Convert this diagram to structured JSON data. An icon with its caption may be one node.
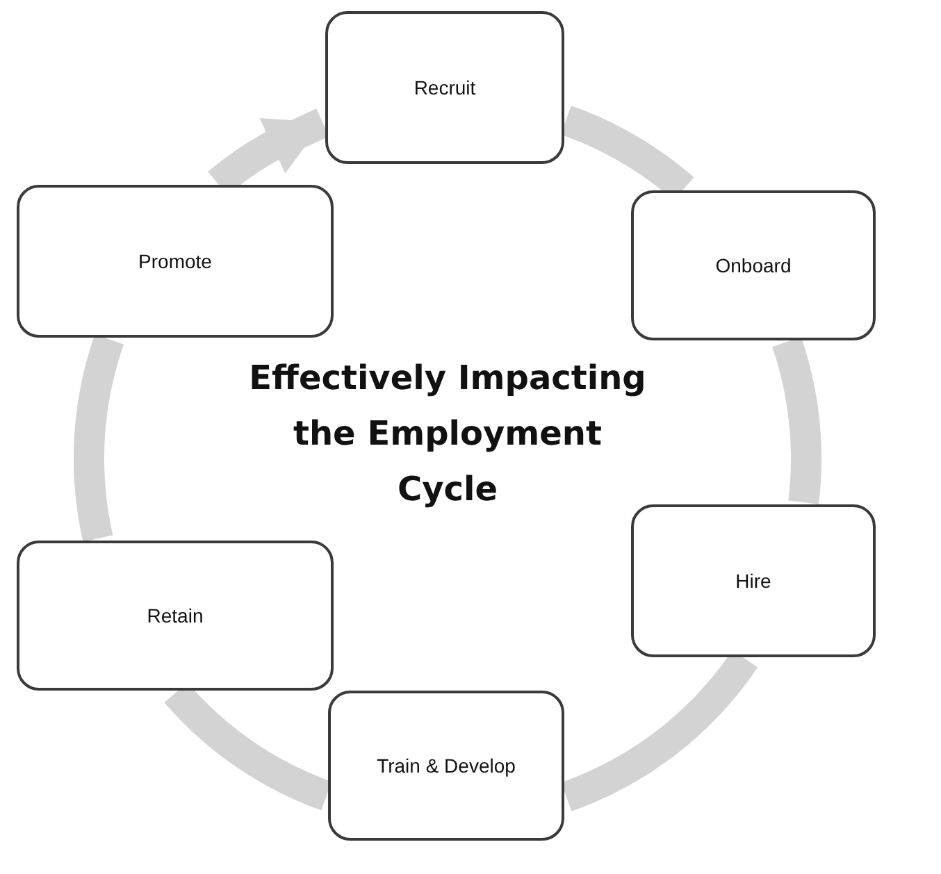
{
  "diagram": {
    "title": "Effectively Impacting the Employment Cycle",
    "nodes": [
      {
        "text": [
          "Recruit"
        ]
      },
      {
        "text": [
          "Onboard"
        ]
      },
      {
        "text": [
          "Hire"
        ]
      },
      {
        "text": [
          "Train & Develop"
        ]
      },
      {
        "text": [
          "Retain"
        ]
      },
      {
        "text": [
          "Promote"
        ]
      }
    ],
    "edges": [
      {
        "from": 0,
        "to": 1,
        "arrow": "none"
      },
      {
        "from": 1,
        "to": 2,
        "arrow": "none"
      },
      {
        "from": 2,
        "to": 3,
        "arrow": "none"
      },
      {
        "from": 3,
        "to": 4,
        "arrow": "none"
      },
      {
        "from": 4,
        "to": 5,
        "arrow": "none"
      },
      {
        "from": 5,
        "to": 0,
        "arrow": "to"
      }
    ]
  }
}
